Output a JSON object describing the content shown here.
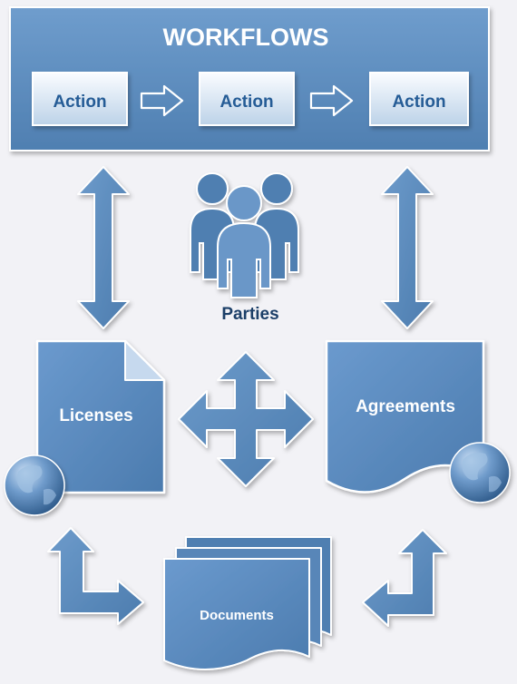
{
  "workflows": {
    "title": "WORKFLOWS",
    "actions": [
      {
        "label": "Action"
      },
      {
        "label": "Action"
      },
      {
        "label": "Action"
      }
    ]
  },
  "parties": {
    "label": "Parties"
  },
  "licenses": {
    "label": "Licenses"
  },
  "agreements": {
    "label": "Agreements"
  },
  "documents": {
    "label": "Documents"
  },
  "colors": {
    "background": "#f2f2f6",
    "primary_blue": "#4e7fb3",
    "arrow_fill": "#5a87b8",
    "action_text": "#255c96"
  }
}
